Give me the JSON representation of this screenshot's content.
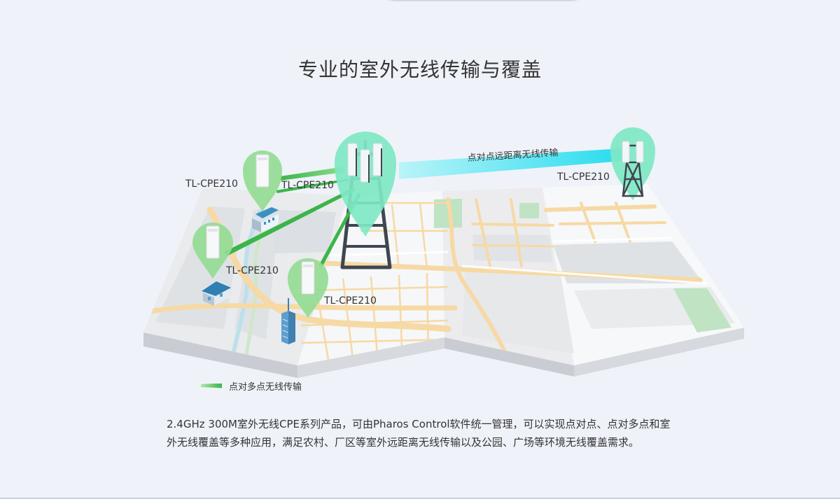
{
  "title": "专业的室外无线传输与覆盖",
  "diagram": {
    "device_labels": [
      "TL-CPE210",
      "TL-CPE210",
      "TL-CPE210",
      "TL-CPE210",
      "TL-CPE210"
    ],
    "p2p_link_label": "点对点远距离无线传输",
    "colors": {
      "p2mp_link": "#3bb54a",
      "p2p_link": "#3ee0ef",
      "tower_pin": "#7fe8c4",
      "cpe_pin": "#95db95",
      "map_road": "#f6d9a4"
    }
  },
  "legend": {
    "label": "点对多点无线传输"
  },
  "description": "2.4GHz 300M室外无线CPE系列产品，可由Pharos Control软件统一管理，可以实现点对点、点对多点和室外无线覆盖等多种应用，满足农村、厂区等室外远距离无线传输以及公园、广场等环境无线覆盖需求。"
}
